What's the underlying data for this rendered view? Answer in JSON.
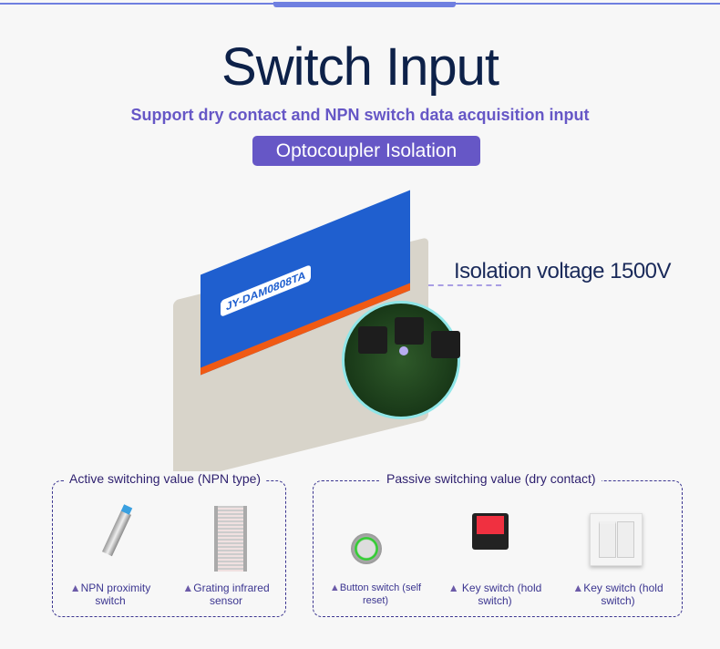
{
  "header": {
    "title": "Switch Input",
    "subtitle": "Support dry contact and NPN switch data acquisition input",
    "badge": "Optocoupler Isolation"
  },
  "device": {
    "model": "JY-DAM0808TA",
    "callout": "Isolation voltage 1500V"
  },
  "active": {
    "title": "Active switching value (NPN type)",
    "items": [
      {
        "label": "NPN proximity switch"
      },
      {
        "label": "Grating infrared sensor"
      }
    ]
  },
  "passive": {
    "title": "Passive switching value (dry contact)",
    "items": [
      {
        "label": "Button switch (self reset)"
      },
      {
        "label": "Key switch (hold switch)"
      },
      {
        "label": "Key switch (hold switch)"
      }
    ]
  },
  "marker": "▲",
  "colors": {
    "accent": "#6657c6",
    "title": "#0d2149"
  }
}
